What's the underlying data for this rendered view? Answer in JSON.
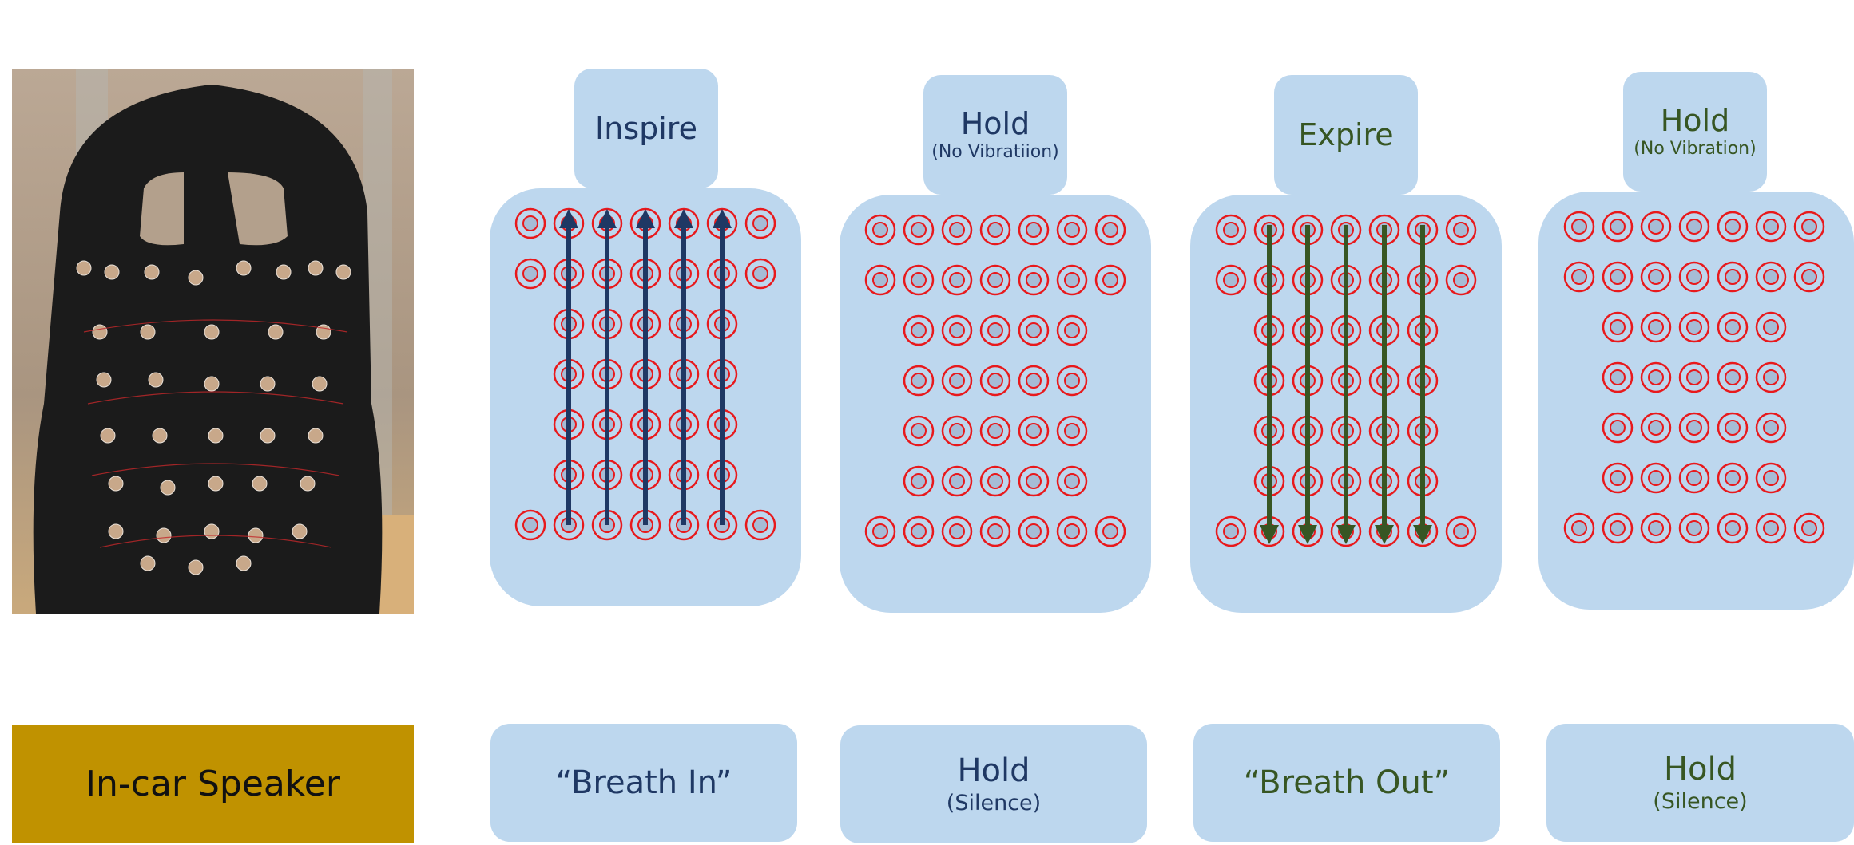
{
  "photo": {
    "icon": "car-seat-with-actuators-photo"
  },
  "speaker": {
    "label": "In-car Speaker",
    "color": "#c09200"
  },
  "colors": {
    "panel": "#bdd7ee",
    "navy": "#1f3864",
    "green": "#375623",
    "ring": "#e8191c",
    "dot": "#a6bcd6"
  },
  "columns": [
    {
      "key": "inspire",
      "title": "Inspire",
      "subtitle": "",
      "arrow": "up",
      "color": "#1f3864",
      "audio_title": "“Breath In”",
      "audio_subtitle": ""
    },
    {
      "key": "hold1",
      "title": "Hold",
      "subtitle": "(No Vibratiion)",
      "arrow": "none",
      "color": "#1f3864",
      "audio_title": "Hold",
      "audio_subtitle": "(Silence)"
    },
    {
      "key": "expire",
      "title": "Expire",
      "subtitle": "",
      "arrow": "down",
      "color": "#375623",
      "audio_title": "“Breath Out”",
      "audio_subtitle": ""
    },
    {
      "key": "hold2",
      "title": "Hold",
      "subtitle": "(No Vibration)",
      "arrow": "none",
      "color": "#375623",
      "audio_title": "Hold",
      "audio_subtitle": "(Silence)"
    }
  ],
  "actuator_rows": [
    7,
    7,
    5,
    5,
    5,
    5,
    7
  ]
}
